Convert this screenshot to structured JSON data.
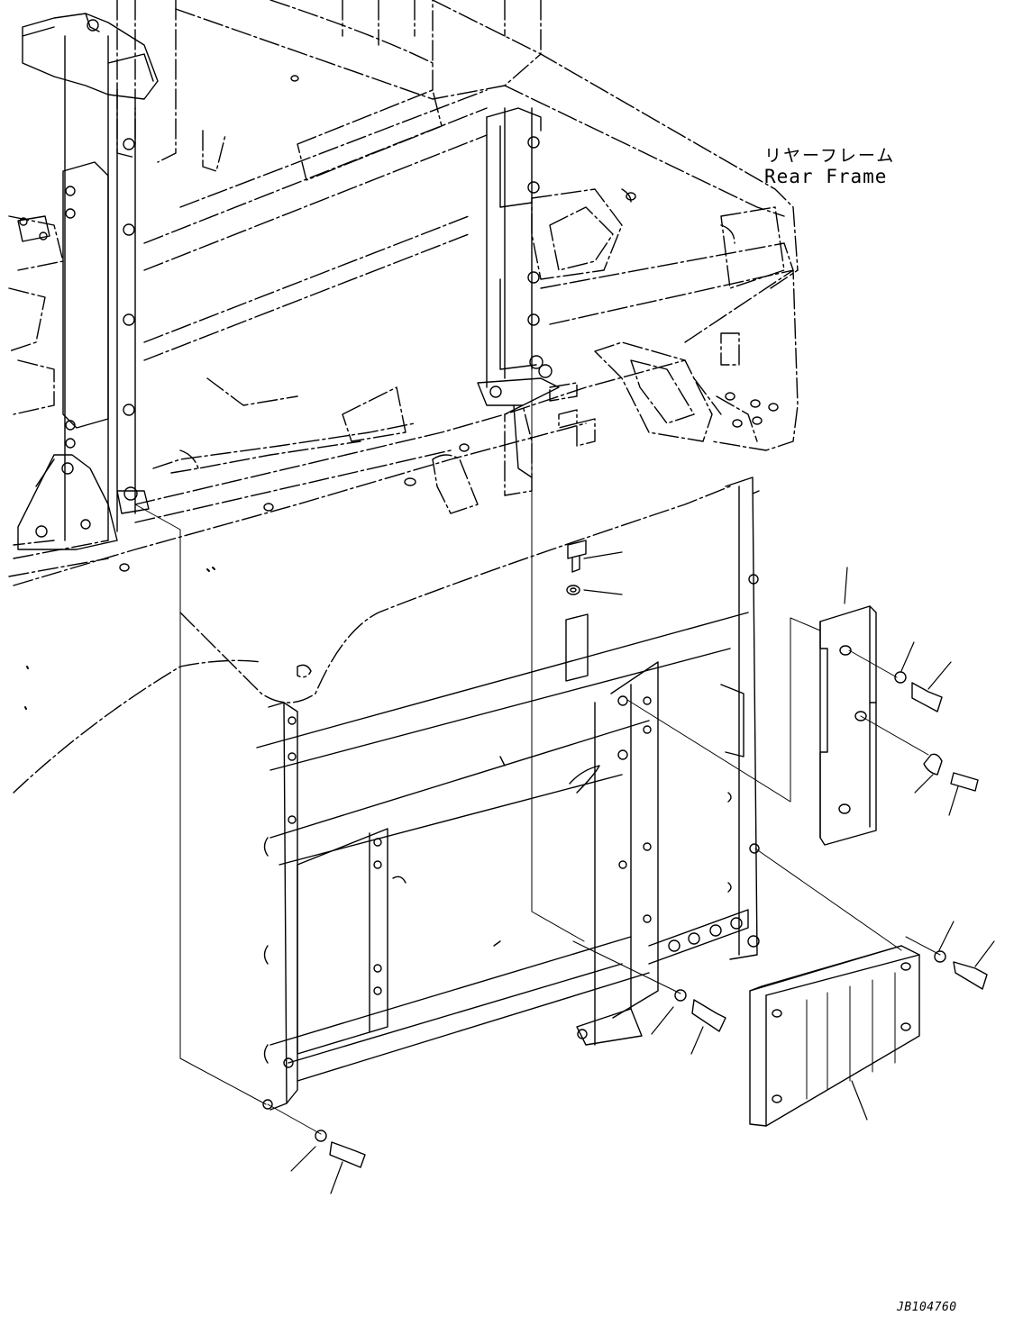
{
  "labels": {
    "rear_frame_jp": "リヤーフレーム",
    "rear_frame_en": "Rear Frame",
    "drawing_code": "JB104760"
  },
  "colors": {
    "ink": "#000000",
    "paper": "#ffffff"
  }
}
